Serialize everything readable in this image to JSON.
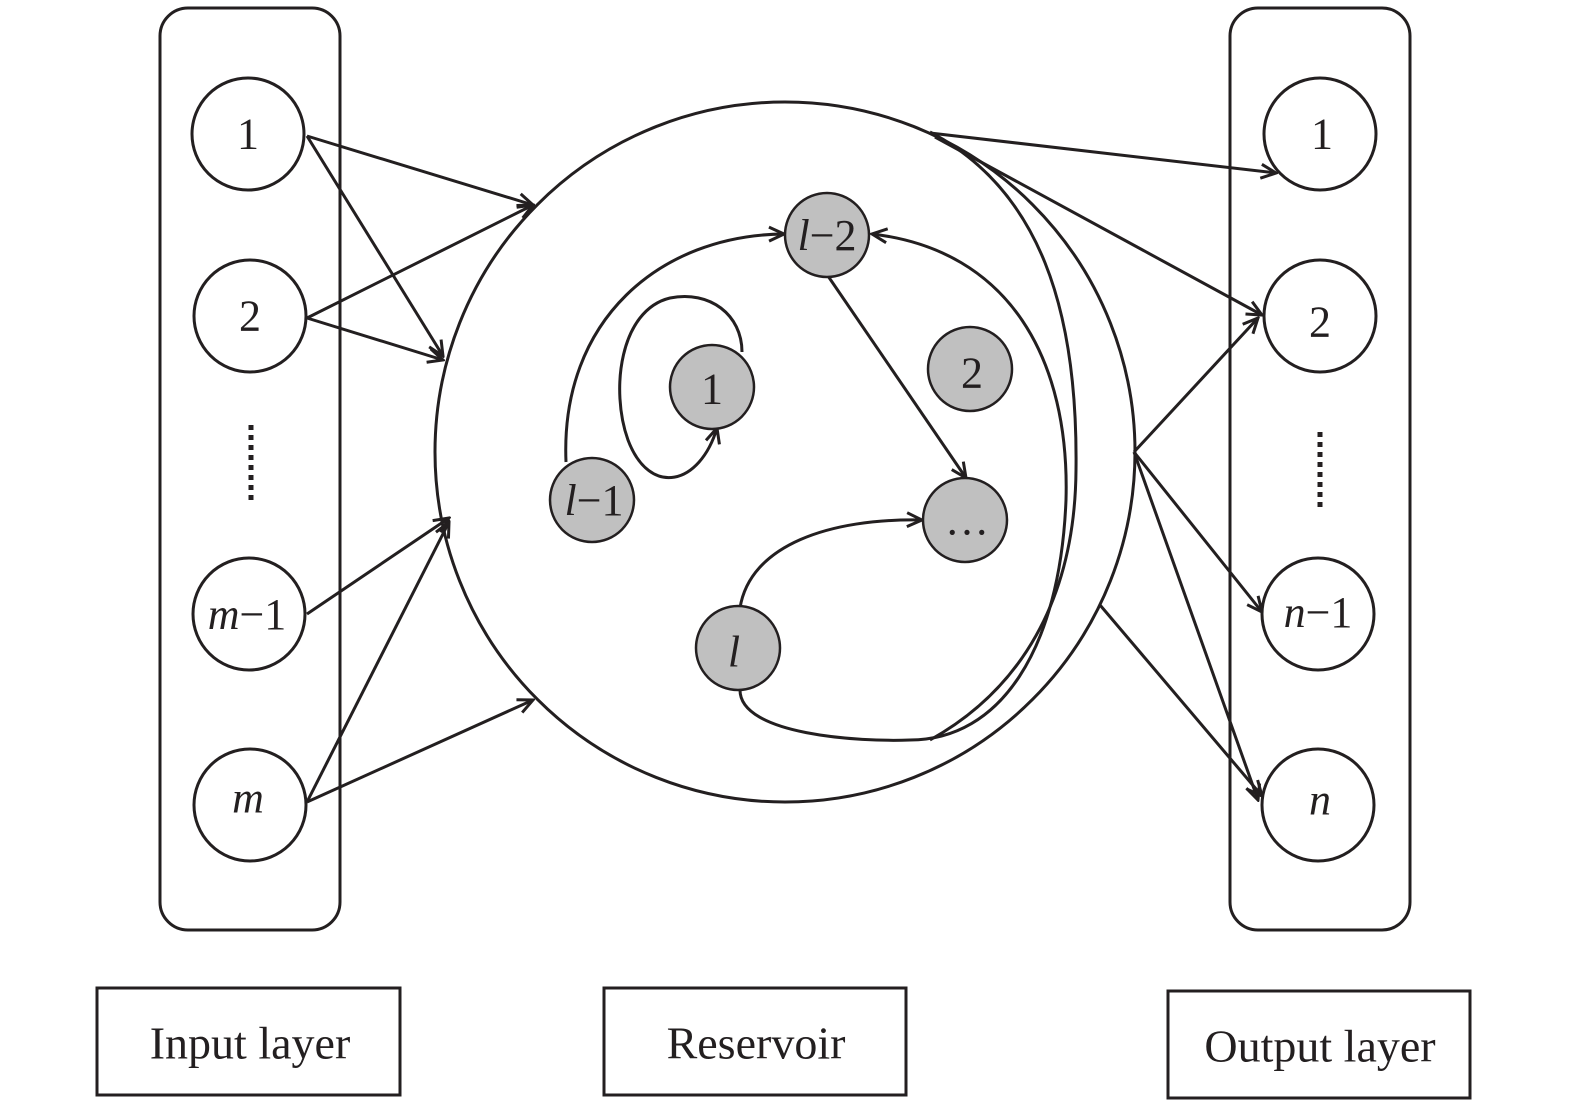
{
  "input_layer": {
    "caption": "Input layer",
    "nodes": [
      {
        "text": "1",
        "italic_part": "",
        "rest": ""
      },
      {
        "text": "2",
        "italic_part": "",
        "rest": ""
      },
      {
        "text": "",
        "italic_part": "m",
        "rest": "−1"
      },
      {
        "text": "",
        "italic_part": "m",
        "rest": ""
      }
    ]
  },
  "reservoir": {
    "caption": "Reservoir",
    "nodes": {
      "l_minus_2": {
        "italic_part": "l",
        "rest": "−2"
      },
      "one": {
        "text": "1"
      },
      "two": {
        "text": "2"
      },
      "l_minus_1": {
        "italic_part": "l",
        "rest": "−1"
      },
      "ellipsis": {
        "text": "…"
      },
      "l": {
        "italic_part": "l"
      }
    }
  },
  "output_layer": {
    "caption": "Output layer",
    "nodes": [
      {
        "text": "1",
        "italic_part": "",
        "rest": ""
      },
      {
        "text": "2",
        "italic_part": "",
        "rest": ""
      },
      {
        "text": "",
        "italic_part": "n",
        "rest": "−1"
      },
      {
        "text": "",
        "italic_part": "n",
        "rest": ""
      }
    ]
  },
  "colors": {
    "line": "#231f20",
    "reservoir_node_fill": "#c0c0c0",
    "background": "#ffffff"
  }
}
